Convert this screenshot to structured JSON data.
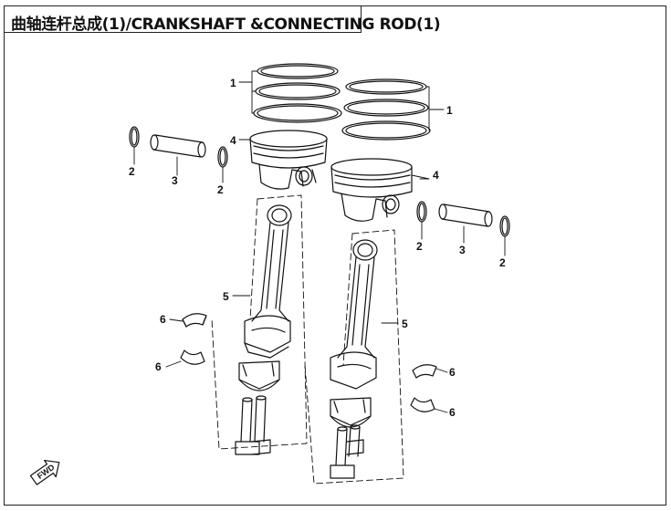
{
  "title": "曲轴连杆总成(1)/CRANKSHAFT &CONNECTING ROD(1)",
  "callouts": {
    "c1a": "1",
    "c1b": "1",
    "c2a": "2",
    "c2b": "2",
    "c2c": "2",
    "c2d": "2",
    "c3a": "3",
    "c3b": "3",
    "c4a": "4",
    "c4b": "4",
    "c5a": "5",
    "c5b": "5",
    "c6a": "6",
    "c6b": "6",
    "c6c": "6",
    "c6d": "6"
  },
  "fwd_label": "FWD"
}
